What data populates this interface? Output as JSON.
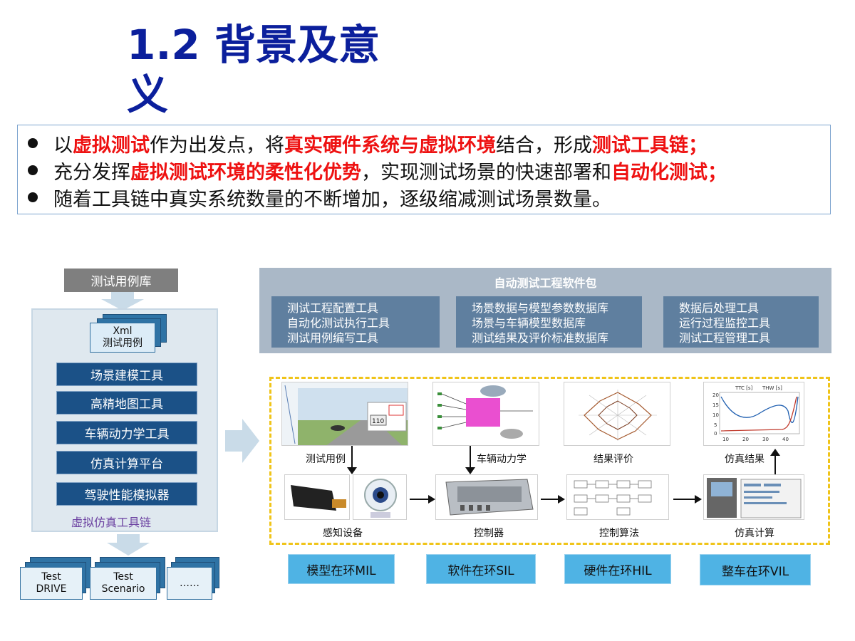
{
  "title": "1.2 背景及意义",
  "bullets": [
    [
      {
        "t": "以"
      },
      {
        "t": "虚拟测试",
        "red": true
      },
      {
        "t": "作为出发点，将"
      },
      {
        "t": "真实硬件系统与虚拟环境",
        "red": true
      },
      {
        "t": "结合，形成"
      },
      {
        "t": "测试工具链；",
        "red": true
      }
    ],
    [
      {
        "t": "充分发挥"
      },
      {
        "t": "虚拟测试环境的柔性化优势",
        "red": true
      },
      {
        "t": "，实现测试场景的快速部署和"
      },
      {
        "t": "自动化测试；",
        "red": true
      }
    ],
    [
      {
        "t": "随着工具链中真实系统数量的不断增加，逐级缩减测试场景数量。"
      }
    ]
  ],
  "left": {
    "case_lib": "测试用例库",
    "xml_doc": "Xml\n测试用例",
    "tools": [
      "场景建模工具",
      "高精地图工具",
      "车辆动力学工具",
      "仿真计算平台",
      "驾驶性能模拟器"
    ],
    "caption": "虚拟仿真工具链",
    "outputs": [
      "Test\nDRIVE",
      "Test\nScenario",
      "……"
    ]
  },
  "sw_package": {
    "title": "自动测试工程软件包",
    "columns": [
      [
        "测试工程配置工具",
        "自动化测试执行工具",
        "测试用例编写工具"
      ],
      [
        "场景数据与模型参数数据库",
        "场景与车辆模型数据库",
        "测试结果及评价标准数据库"
      ],
      [
        "数据后处理工具",
        "运行过程监控工具",
        "测试工程管理工具"
      ]
    ]
  },
  "loop": {
    "top_labels": [
      "测试用例",
      "车辆动力学",
      "结果评价",
      "仿真结果"
    ],
    "bottom_labels": [
      "感知设备",
      "控制器",
      "控制算法",
      "仿真计算"
    ],
    "chart_text": {
      "ttc": "TTC [s]",
      "thw": "THW [s]",
      "x_ticks": [
        "10",
        "20",
        "30",
        "40"
      ],
      "y_ticks": [
        "20",
        "15",
        "10",
        "5",
        "0"
      ],
      "speed": "110"
    }
  },
  "loop_buttons": [
    "模型在环MIL",
    "软件在环SIL",
    "硬件在环HIL",
    "整车在环VIL"
  ],
  "colors": {
    "title": "#0b1f9c",
    "highlight": "#ee1111",
    "tool_button": "#1b5187",
    "loop_button": "#4fb3e4",
    "dashed_border": "#f0c419"
  }
}
